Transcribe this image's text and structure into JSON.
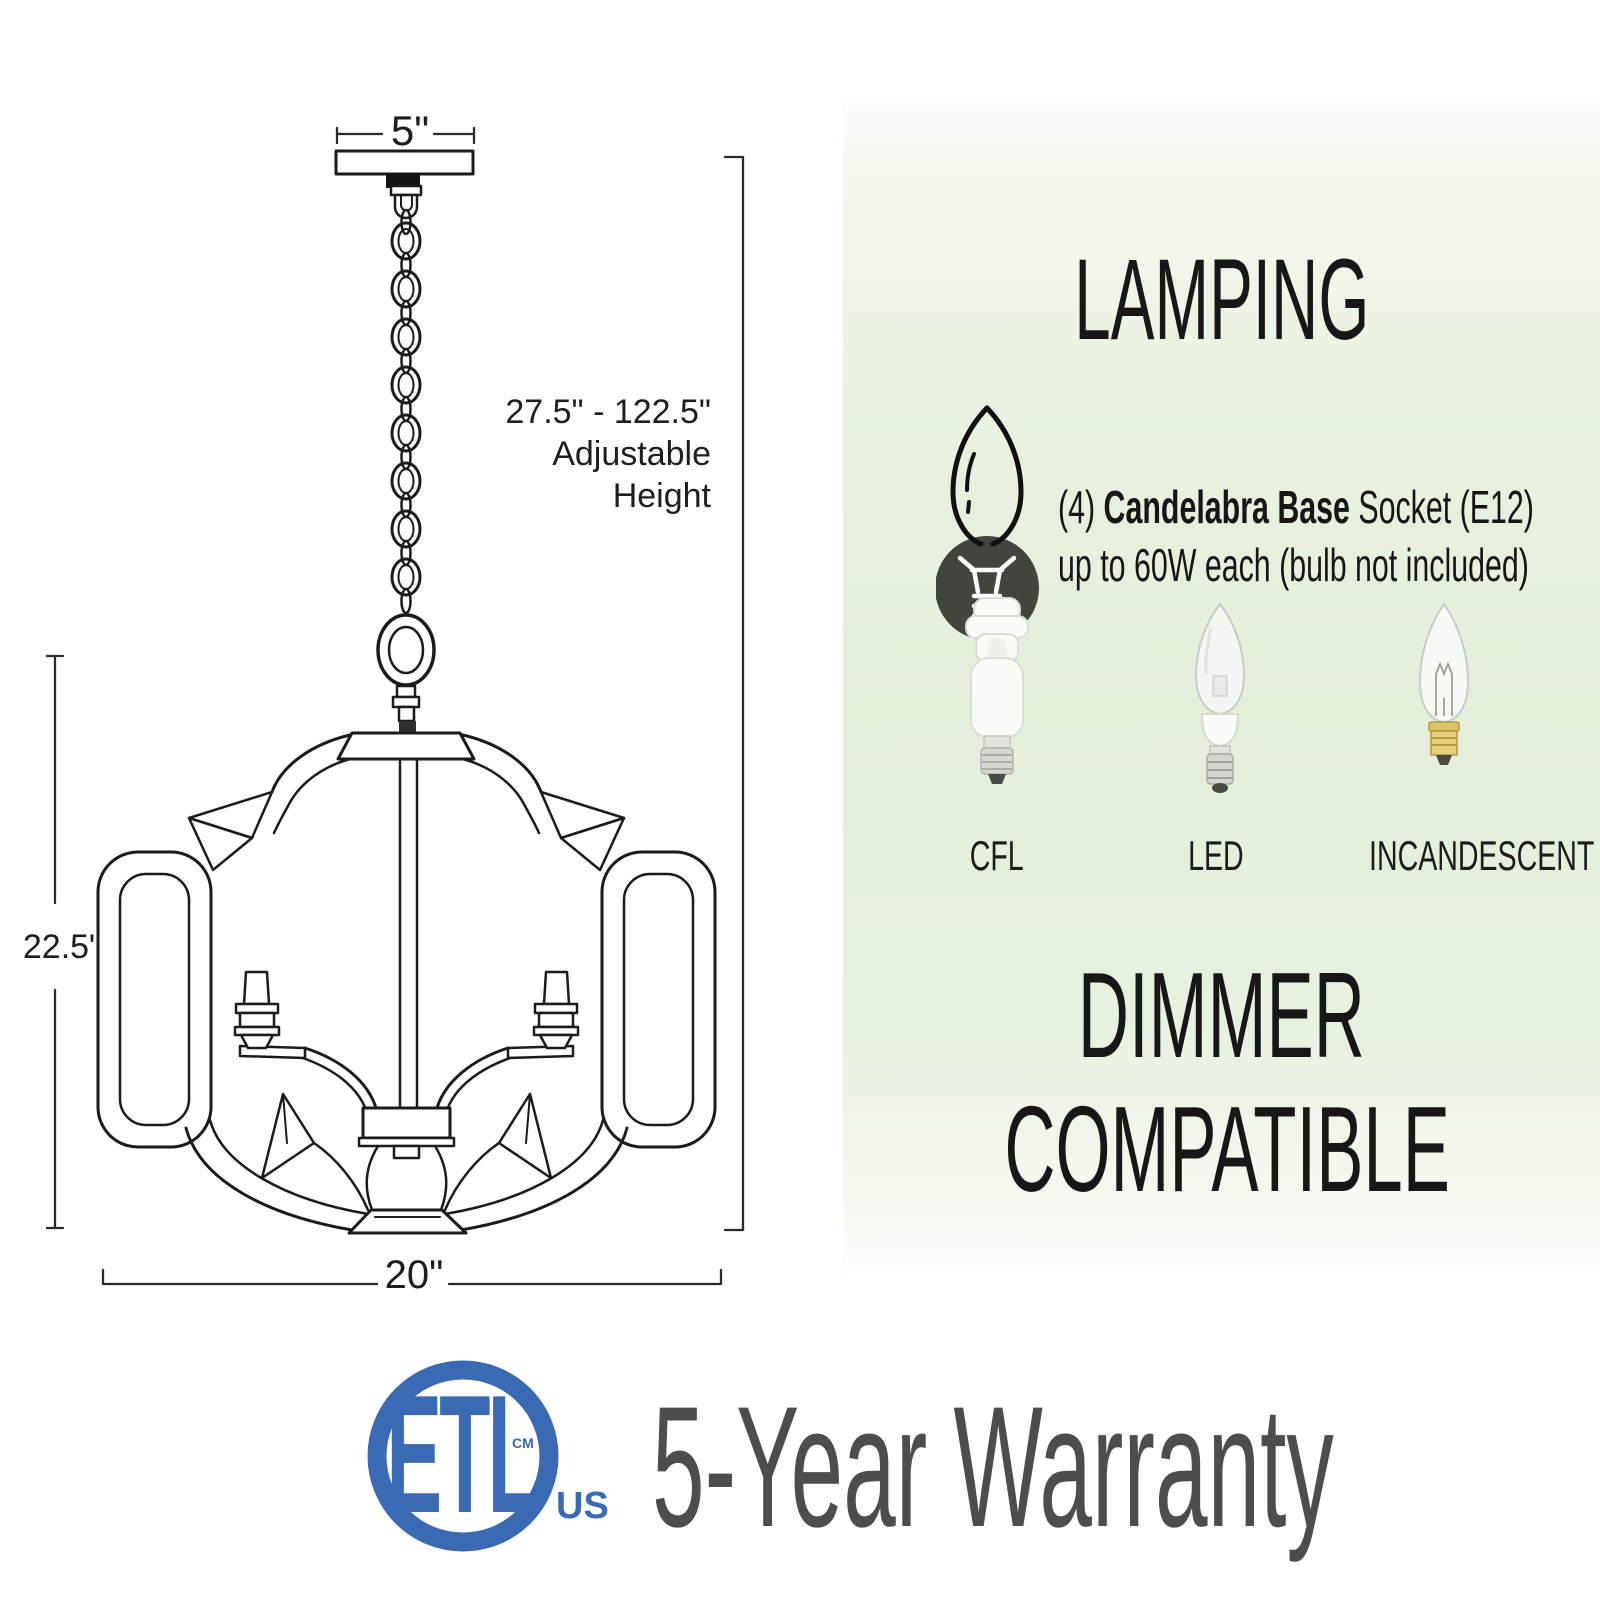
{
  "diagram": {
    "canopy_width_label": "5\"",
    "adjustable_height": {
      "line1": "27.5\" - 122.5\"",
      "line2": "Adjustable",
      "line3": "Height"
    },
    "fixture_height_label": "22.5\"",
    "fixture_width_label": "20\""
  },
  "lamping": {
    "title": "LAMPING",
    "socket_spec": {
      "prefix": "(4) ",
      "bold": "Candelabra Base",
      "suffix": " Socket (E12)",
      "line2": "up to 60W each (bulb not included)"
    },
    "bulbs": [
      {
        "label": "CFL"
      },
      {
        "label": "LED"
      },
      {
        "label": "INCANDESCENT"
      }
    ],
    "dimmer": {
      "line1": "DIMMER",
      "line2": "COMPATIBLE"
    }
  },
  "footer": {
    "etl": "ETL",
    "cm": "CM",
    "us": "US",
    "warranty": "5-Year Warranty"
  },
  "colors": {
    "panel_green": "#e3eed9",
    "etl_blue": "#3a6ab3",
    "warranty_gray": "#4d4d4d",
    "line_black": "#1b1b1b",
    "socket_badge": "#42443e",
    "incandescent_brass": "#dcc36a"
  }
}
